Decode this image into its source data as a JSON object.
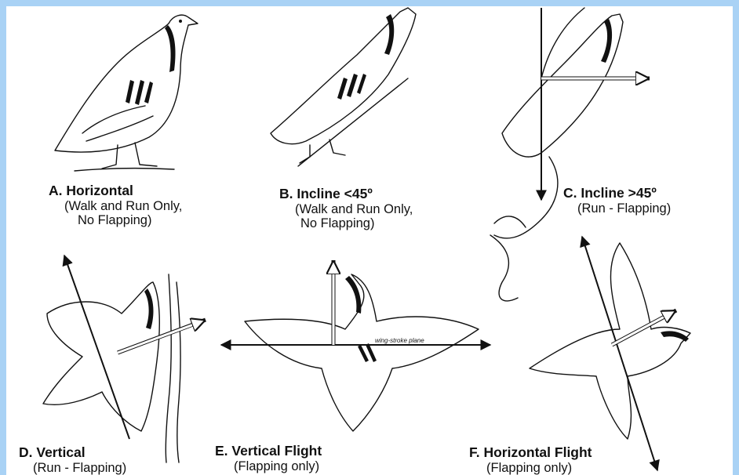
{
  "panels": [
    {
      "title": "A. Horizontal",
      "lines": [
        "(Walk and Run Only,",
        "No Flapping)"
      ]
    },
    {
      "title": "B. Incline <45º",
      "lines": [
        "(Walk and Run Only,",
        "No Flapping)"
      ]
    },
    {
      "title": "C. Incline >45º",
      "lines": [
        "(Run - Flapping)"
      ]
    },
    {
      "title": "D. Vertical",
      "lines": [
        "(Run - Flapping)"
      ]
    },
    {
      "title": "E. Vertical Flight",
      "lines": [
        "(Flapping only)"
      ]
    },
    {
      "title": "F. Horizontal Flight",
      "lines": [
        "(Flapping only)"
      ]
    }
  ],
  "wing_stroke_label": "wing-stroke plane"
}
